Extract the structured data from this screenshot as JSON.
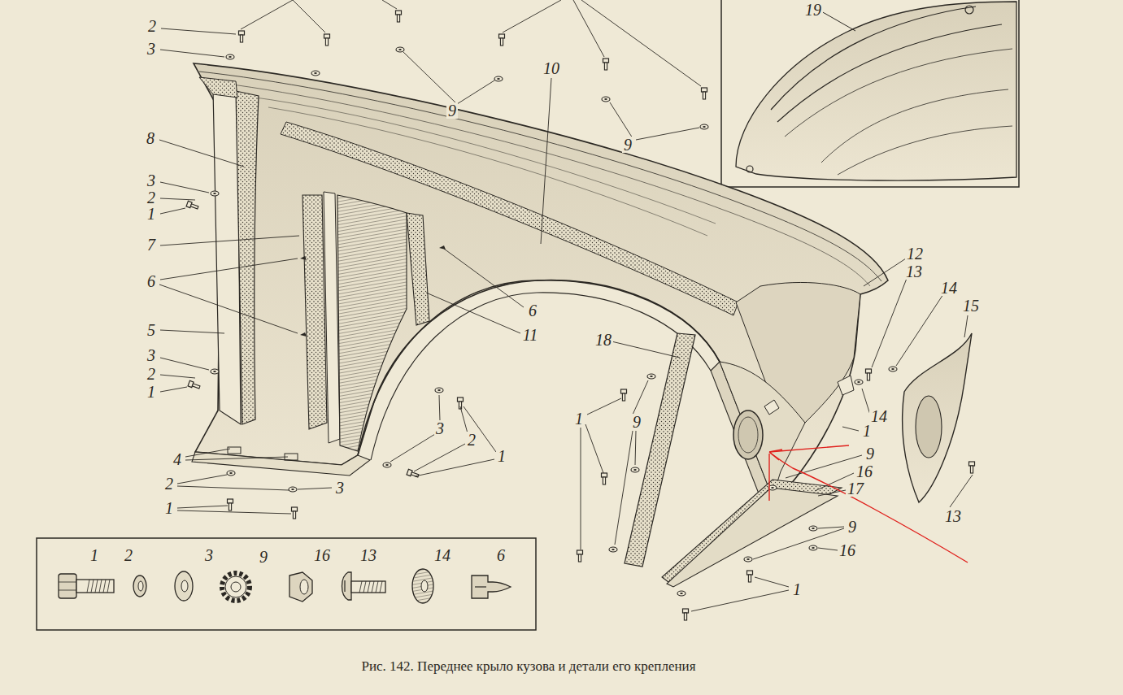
{
  "diagram": {
    "caption": "Рис. 142. Переднее крыло кузова и детали его крепления",
    "labels": [
      "19",
      "2",
      "3",
      "10",
      "9",
      "9",
      "8",
      "3",
      "2",
      "1",
      "7",
      "6",
      "12",
      "13",
      "14",
      "15",
      "6",
      "5",
      "11",
      "18",
      "3",
      "2",
      "1",
      "14",
      "1",
      "9",
      "3",
      "1",
      "2",
      "9",
      "1",
      "4",
      "16",
      "2",
      "3",
      "17",
      "1",
      "13",
      "9",
      "16",
      "1",
      "1",
      "2",
      "3",
      "9",
      "16",
      "13",
      "14",
      "6"
    ]
  }
}
